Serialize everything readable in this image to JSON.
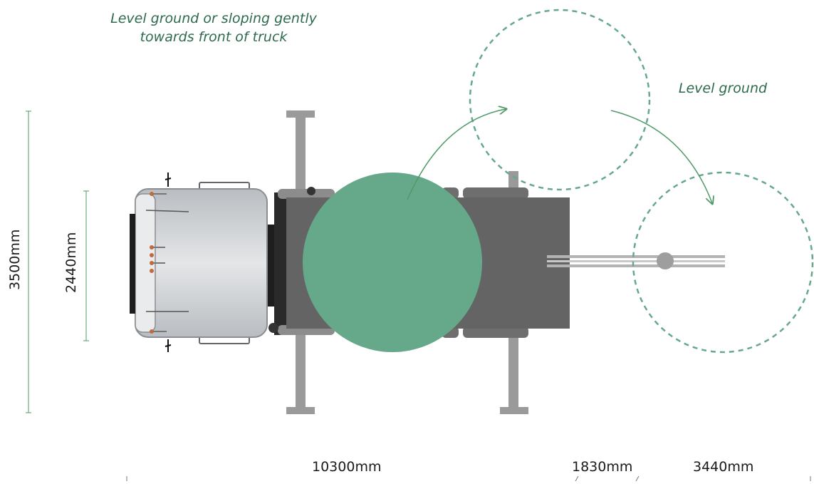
{
  "notes": {
    "level_ground_front": "Level ground or sloping gently\ntowards front of truck",
    "level_ground": "Level ground"
  },
  "dimensions": {
    "overall_width_with_outriggers": "3500mm",
    "truck_width": "2440mm",
    "overall_length": "10300mm",
    "boom_offset": "1830mm",
    "swing_radius": "3440mm"
  },
  "colors": {
    "accent_green": "#66a98a",
    "text_green": "#2e6b4e",
    "line_green": "#4f9a6a",
    "cab_body": "#cfd2d5",
    "deck_dark": "#646464",
    "outrigger_gray": "#9a9a9a"
  }
}
